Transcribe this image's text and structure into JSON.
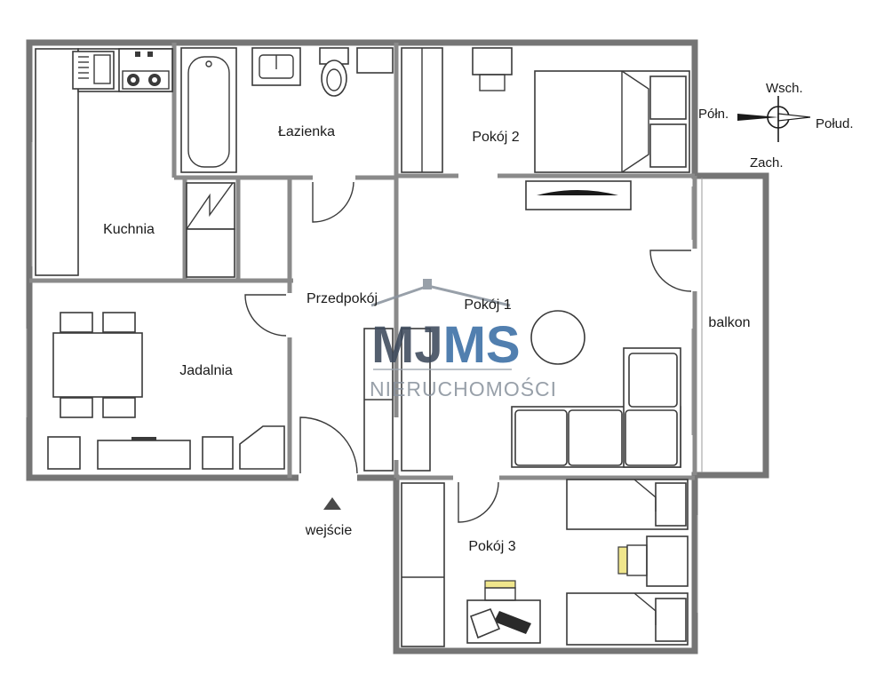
{
  "rooms": {
    "lazienka": "Łazienka",
    "pokoj2": "Pokój 2",
    "kuchnia": "Kuchnia",
    "przedpokoj": "Przedpokój",
    "pokoj1": "Pokój 1",
    "balkon": "balkon",
    "jadalnia": "Jadalnia",
    "pokoj3": "Pokój 3"
  },
  "entrance": "wejście",
  "compass": {
    "north": "Półn.",
    "south": "Połud.",
    "east": "Wsch.",
    "west": "Zach."
  },
  "watermark": {
    "brand_left": "MJ",
    "brand_right": "MS",
    "tagline": "NIERUCHOMOŚCI",
    "dark_color": "#3d4a5c",
    "blue_color": "#3a6ea5"
  }
}
